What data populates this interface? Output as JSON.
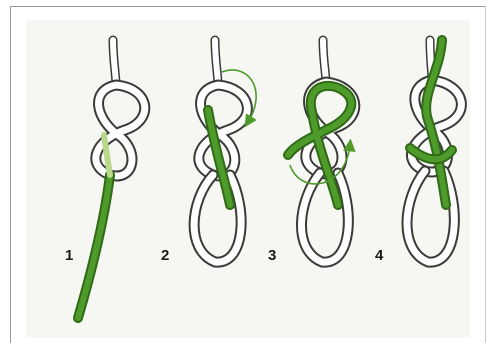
{
  "steps": [
    {
      "label": "1"
    },
    {
      "label": "2"
    },
    {
      "label": "3"
    },
    {
      "label": "4"
    }
  ],
  "colors": {
    "rope_white": "#ffffff",
    "rope_outline": "#3a3a3a",
    "rope_green": "#4e9a2a",
    "rope_green_dark": "#2f6b17",
    "rope_green_light": "#b9d88a",
    "arrow_green": "#4e9a2a",
    "panel_bg": "#f6f6f2"
  },
  "icons": {
    "step2_arrow": "curved-arrow-clockwise-icon",
    "step3_arrow": "curved-arrow-counterclockwise-icon"
  }
}
